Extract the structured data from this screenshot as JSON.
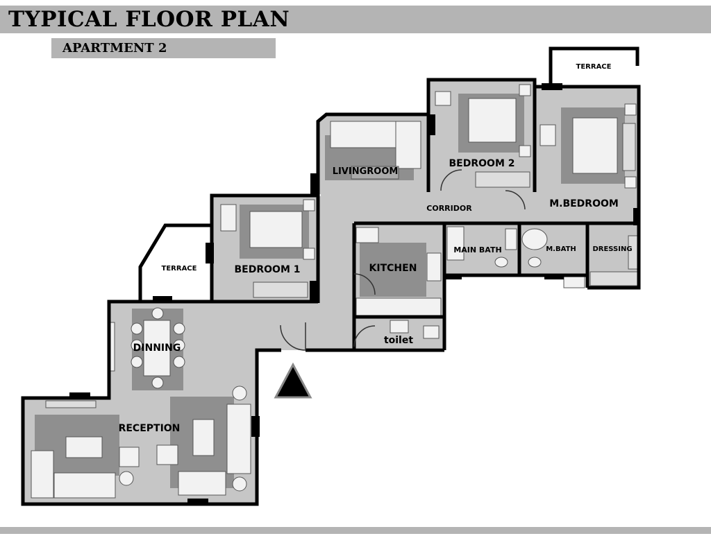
{
  "header": {
    "title": "TYPICAL FLOOR PLAN",
    "subtitle": "APARTMENT 2"
  },
  "rooms": {
    "terrace_top": "TERRACE",
    "terrace_left": "TERRACE",
    "livingroom": "LIVINGROOM",
    "bedroom2": "BEDROOM 2",
    "master_bedroom": "M.BEDROOM",
    "corridor": "CORRIDOR",
    "bedroom1": "BEDROOM 1",
    "kitchen": "KITCHEN",
    "main_bath": "MAIN BATH",
    "m_bath": "M.BATH",
    "dressing": "DRESSING",
    "toilet": "toilet",
    "dinning": "DINNING",
    "reception": "RECEPTION"
  },
  "colors": {
    "floor": "#c6c6c6",
    "wall": "#000000",
    "rug": "#8f8f8f",
    "furniture": "#f2f2f2",
    "bars": "#b4b4b4"
  }
}
